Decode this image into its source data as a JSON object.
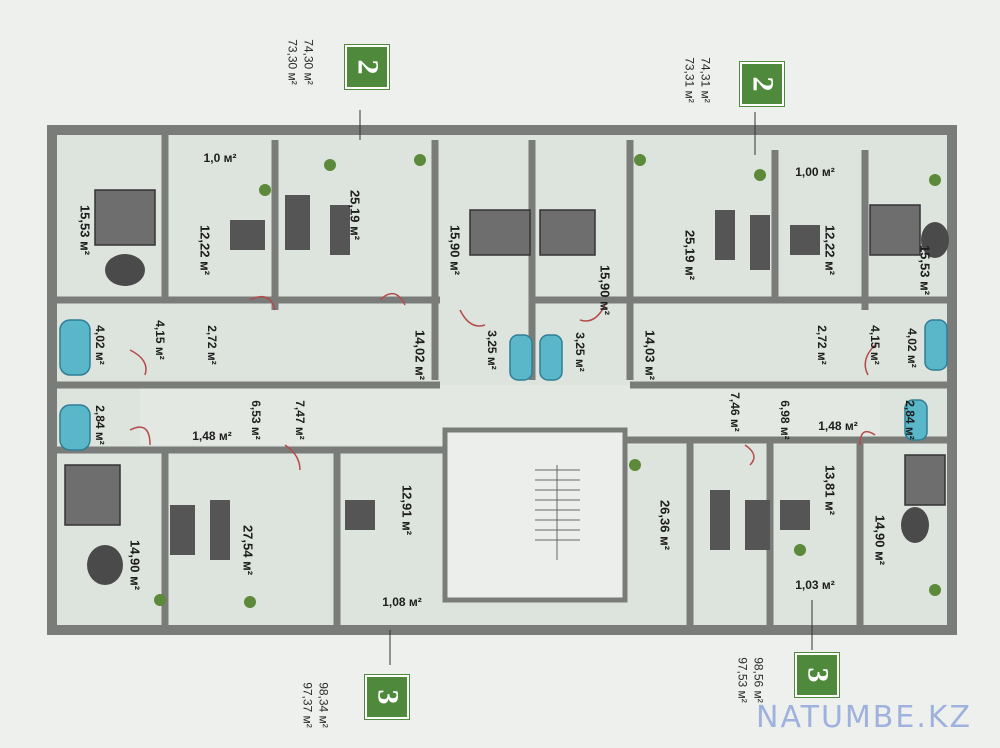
{
  "rooms": [
    {
      "id": "a1-bedroom",
      "label": "15,53 м²"
    },
    {
      "id": "a1-balcony",
      "label": "1,0 м²"
    },
    {
      "id": "a1-kitchen",
      "label": "12,22 м²"
    },
    {
      "id": "a1-living",
      "label": "25,19 м²"
    },
    {
      "id": "a1-bath",
      "label": "4,02 м²"
    },
    {
      "id": "a1-hall",
      "label": "4,15 м²"
    },
    {
      "id": "a1-wc",
      "label": "2,72 м²"
    },
    {
      "id": "a1-corridor",
      "label": "14,02 м²"
    },
    {
      "id": "s1-bedroom",
      "label": "15,90 м²"
    },
    {
      "id": "s1-bath",
      "label": "3,25 м²"
    },
    {
      "id": "s2-bedroom",
      "label": "15,90 м²"
    },
    {
      "id": "s2-bath",
      "label": "3,25 м²"
    },
    {
      "id": "a2-living",
      "label": "25,19 м²"
    },
    {
      "id": "a2-corridor",
      "label": "14,03 м²"
    },
    {
      "id": "a2-balcony",
      "label": "1,00 м²"
    },
    {
      "id": "a2-kitchen",
      "label": "12,22 м²"
    },
    {
      "id": "a2-bedroom",
      "label": "15,53 м²"
    },
    {
      "id": "a2-wc",
      "label": "2,72 м²"
    },
    {
      "id": "a2-hall",
      "label": "4,15 м²"
    },
    {
      "id": "a2-bath",
      "label": "4,02 м²"
    },
    {
      "id": "b1-bath",
      "label": "2,84 м²"
    },
    {
      "id": "b1-hall",
      "label": "6,53 м²"
    },
    {
      "id": "b1-wc",
      "label": "1,48 м²"
    },
    {
      "id": "b1-corridor",
      "label": "7,47 м²"
    },
    {
      "id": "b1-bedroom",
      "label": "14,90 м²"
    },
    {
      "id": "b1-living",
      "label": "27,54 м²"
    },
    {
      "id": "b1-kitchen",
      "label": "12,91 м²"
    },
    {
      "id": "b1-balcony",
      "label": "1,08 м²"
    },
    {
      "id": "b2-corridor",
      "label": "7,46 м²"
    },
    {
      "id": "b2-hall",
      "label": "6,98 м²"
    },
    {
      "id": "b2-wc",
      "label": "1,48 м²"
    },
    {
      "id": "b2-bath",
      "label": "2,84 м²"
    },
    {
      "id": "b2-living",
      "label": "26,36 м²"
    },
    {
      "id": "b2-kitchen",
      "label": "13,81 м²"
    },
    {
      "id": "b2-bedroom",
      "label": "14,90 м²"
    },
    {
      "id": "b2-balcony",
      "label": "1,03 м²"
    }
  ],
  "apartments": [
    {
      "id": "apt-top-left",
      "rooms": "2",
      "total": "74,30 м²",
      "living": "73,30 м²"
    },
    {
      "id": "apt-top-right",
      "rooms": "2",
      "total": "74,31 м²",
      "living": "73,31 м²"
    },
    {
      "id": "apt-bottom-left",
      "rooms": "3",
      "total": "98,34 м²",
      "living": "97,37 м²"
    },
    {
      "id": "apt-bottom-right",
      "rooms": "3",
      "total": "98,56 м²",
      "living": "97,53 м²"
    }
  ],
  "watermark": "NATUMBE.KZ",
  "colors": {
    "room_fill": "#dde3dd",
    "wall": "#7a7c7a",
    "badge": "#4f8a3c",
    "door": "#b44b4b",
    "bath_tub": "#5ab6c9",
    "plant": "#5c8a3a"
  }
}
